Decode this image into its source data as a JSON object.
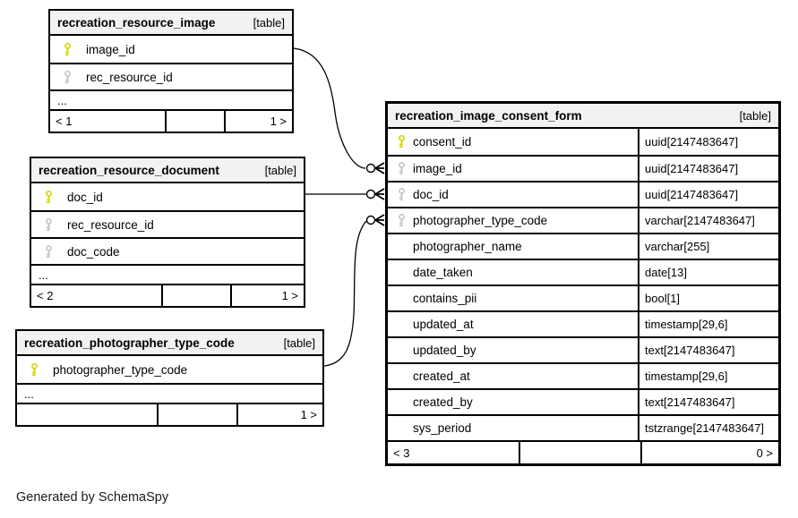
{
  "diagram": {
    "generator_note": "Generated by SchemaSpy",
    "colors": {
      "header_bg": "#f2f2f2",
      "border": "#000000",
      "pk_key": "#d6d600",
      "fk_key": "#c6c6c6"
    },
    "tables": [
      {
        "title": "recreation_resource_image",
        "badge": "[table]",
        "columns": [
          {
            "name": "image_id",
            "key": "pk"
          },
          {
            "name": "rec_resource_id",
            "key": "fk"
          }
        ],
        "ellipsis": "...",
        "footer": {
          "left": "< 1",
          "middle": "",
          "right": "1 >"
        }
      },
      {
        "title": "recreation_resource_document",
        "badge": "[table]",
        "columns": [
          {
            "name": "doc_id",
            "key": "pk"
          },
          {
            "name": "rec_resource_id",
            "key": "fk"
          },
          {
            "name": "doc_code",
            "key": "fk"
          }
        ],
        "ellipsis": "...",
        "footer": {
          "left": "< 2",
          "middle": "",
          "right": "1 >"
        }
      },
      {
        "title": "recreation_photographer_type_code",
        "badge": "[table]",
        "columns": [
          {
            "name": "photographer_type_code",
            "key": "pk"
          }
        ],
        "ellipsis": "...",
        "footer": {
          "left": "",
          "middle": "",
          "right": "1 >"
        }
      },
      {
        "title": "recreation_image_consent_form",
        "badge": "[table]",
        "columns": [
          {
            "name": "consent_id",
            "key": "pk",
            "type": "uuid[2147483647]"
          },
          {
            "name": "image_id",
            "key": "fk",
            "type": "uuid[2147483647]"
          },
          {
            "name": "doc_id",
            "key": "fk",
            "type": "uuid[2147483647]"
          },
          {
            "name": "photographer_type_code",
            "key": "fk",
            "type": "varchar[2147483647]"
          },
          {
            "name": "photographer_name",
            "key": "",
            "type": "varchar[255]"
          },
          {
            "name": "date_taken",
            "key": "",
            "type": "date[13]"
          },
          {
            "name": "contains_pii",
            "key": "",
            "type": "bool[1]"
          },
          {
            "name": "updated_at",
            "key": "",
            "type": "timestamp[29,6]"
          },
          {
            "name": "updated_by",
            "key": "",
            "type": "text[2147483647]"
          },
          {
            "name": "created_at",
            "key": "",
            "type": "timestamp[29,6]"
          },
          {
            "name": "created_by",
            "key": "",
            "type": "text[2147483647]"
          },
          {
            "name": "sys_period",
            "key": "",
            "type": "tstzrange[2147483647]"
          }
        ],
        "footer": {
          "left": "< 3",
          "middle": "",
          "right": "0 >"
        }
      }
    ]
  }
}
